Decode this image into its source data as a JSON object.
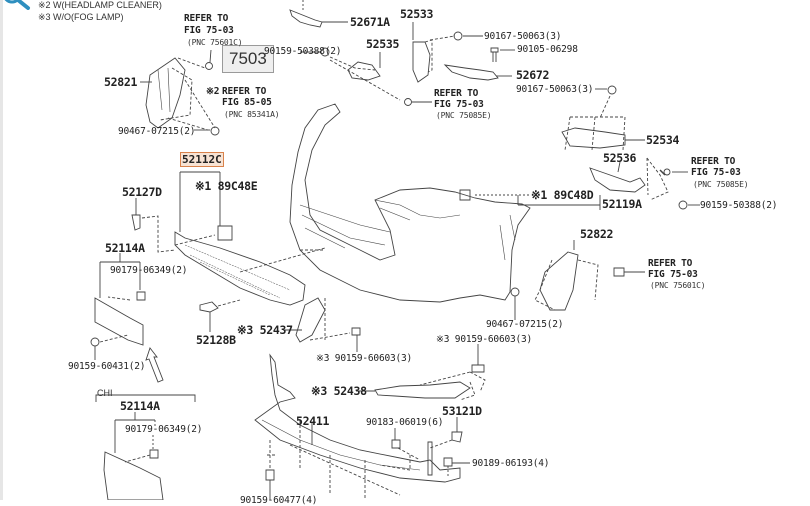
{
  "notes": [
    "※2 W(HEADLAMP CLEANER)",
    "※3 W/O(FOG LAMP)"
  ],
  "tooltip": "7503",
  "highlighted_part": "52112C",
  "accent_color": "#d9824b",
  "icons": {
    "magnifier": "search-icon",
    "arrow": "direction-arrow-icon"
  },
  "refs": {
    "r1": {
      "line1": "REFER TO",
      "line2": "FIG 75-03",
      "line3": "(PNC 75601C)"
    },
    "r2": {
      "prefix": "※2",
      "line1": "REFER TO",
      "line2": "FIG 85-05",
      "line3": "(PNC 85341A)"
    },
    "r3": {
      "line1": "REFER TO",
      "line2": "FIG 75-03",
      "line3": "(PNC 75085E)"
    },
    "r4": {
      "line1": "REFER TO",
      "line2": "FIG 75-03",
      "line3": "(PNC 75085E)"
    },
    "r5": {
      "line1": "REFER TO",
      "line2": "FIG 75-03",
      "line3": "(PNC 75601C)"
    }
  },
  "parts": {
    "p52671A": "52671A",
    "p52533": "52533",
    "p52535": "52535",
    "p52821": "52821",
    "p52672": "52672",
    "p52534": "52534",
    "p52536": "52536",
    "p52119A": "52119A",
    "p89C48D": "※1 89C48D",
    "p89C48E": "※1 89C48E",
    "p52127D": "52127D",
    "p52114A": "52114A",
    "p52114A_chi": "52114A",
    "p52128B": "52128B",
    "p52437": "※3 52437",
    "p52438": "※3 52438",
    "p52822": "52822",
    "p52411": "52411",
    "p53121D": "53121D",
    "chi": "CHI"
  },
  "fasteners": {
    "f1": "90159-50388(2)",
    "f2": "90167-50063(3)",
    "f3": "90105-06298",
    "f4": "90167-50063(3)",
    "f5": "90467-07215(2)",
    "f6": "90159-50388(2)",
    "f7": "90179-06349(2)",
    "f8": "90159-60431(2)",
    "f9": "90467-07215(2)",
    "f10": "※3 90159-60603(3)",
    "f11": "※3 90159-60603(3)",
    "f12": "90183-06019(6)",
    "f13": "90189-06193(4)",
    "f14": "90179-06349(2)",
    "f15": "90159-60477(4)"
  }
}
